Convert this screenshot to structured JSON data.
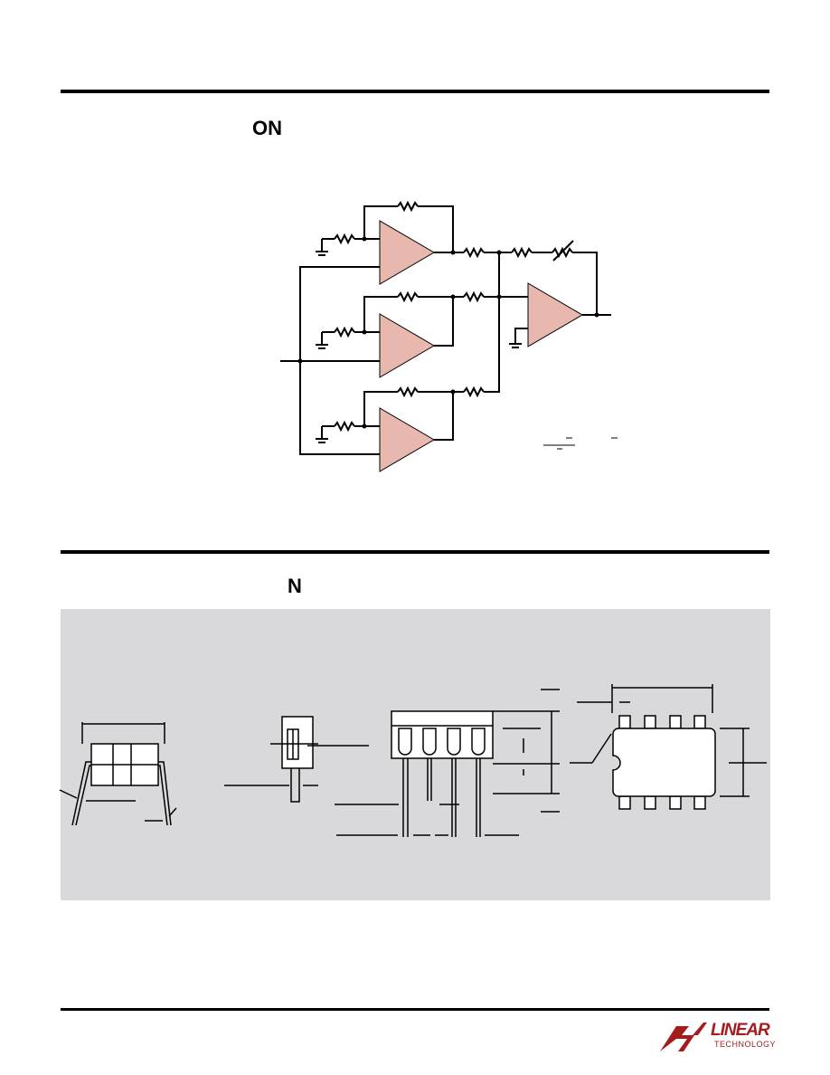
{
  "section1": {
    "heading": "ON"
  },
  "section2": {
    "heading": "N"
  },
  "footer": {
    "logo_word": "LINEAR",
    "logo_sub": "TECHNOLOGY"
  },
  "colors": {
    "opamp_fill": "#e8b8ae",
    "package_bg": "#d9d9db",
    "brand_red": "#a51c1f"
  }
}
